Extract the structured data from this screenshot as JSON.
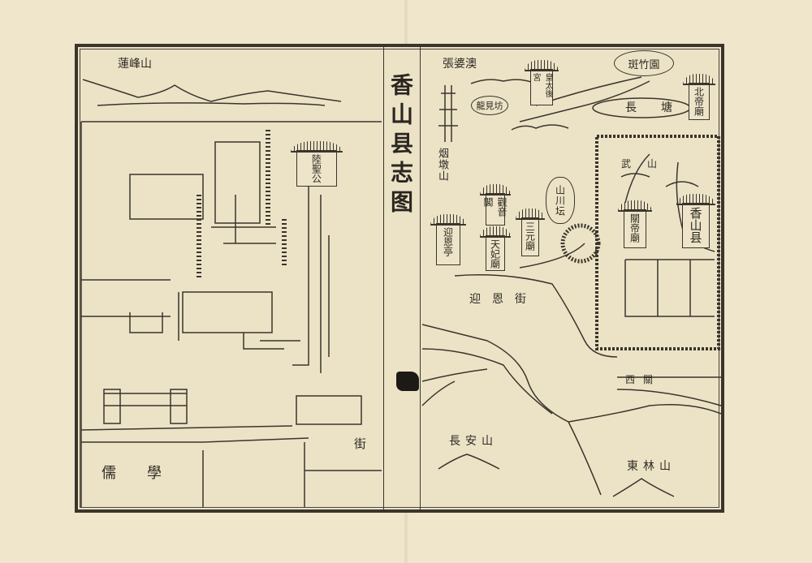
{
  "map": {
    "title": "香山县志图",
    "left_page": {
      "labels": {
        "mountain_lotus_peak": "蓮峰山",
        "shrine": "陸聖公",
        "confucian_school": "儒學",
        "street": "街"
      }
    },
    "right_page": {
      "labels": {
        "zhangpo_bay": "張婆澳",
        "palace": "皇太後宮",
        "bamboo_garden": "斑竹園",
        "north_emperor_temple": "北帝廟",
        "long_pond": "長塘",
        "dragon_arch": "龍見坊",
        "beacon_hill": "烟墩山",
        "mountain_altar": "山川坛",
        "wu_mountain": "武山",
        "guanyin_pavilion": "觀音閣",
        "sanyuan_temple": "三元廟",
        "tianfei_temple": "天妃廟",
        "yingen_pavilion": "迎恩亭",
        "guandi_temple": "關帝廟",
        "county_seat": "香山县",
        "yingen_street": "迎恩街",
        "west_gate": "西關",
        "changan_mountain": "長安山",
        "donglin_mountain": "東林山"
      }
    }
  }
}
